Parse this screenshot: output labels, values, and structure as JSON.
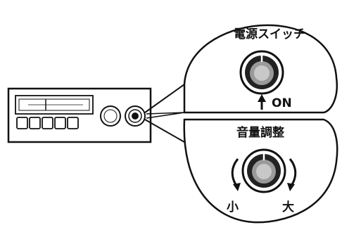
{
  "power_switch": {
    "title": "電源スイッチ",
    "on_label": "ON"
  },
  "volume_control": {
    "title": "音量調整",
    "min_label": "小",
    "max_label": "大"
  },
  "colors": {
    "ink": "#111111",
    "background": "#ffffff"
  }
}
